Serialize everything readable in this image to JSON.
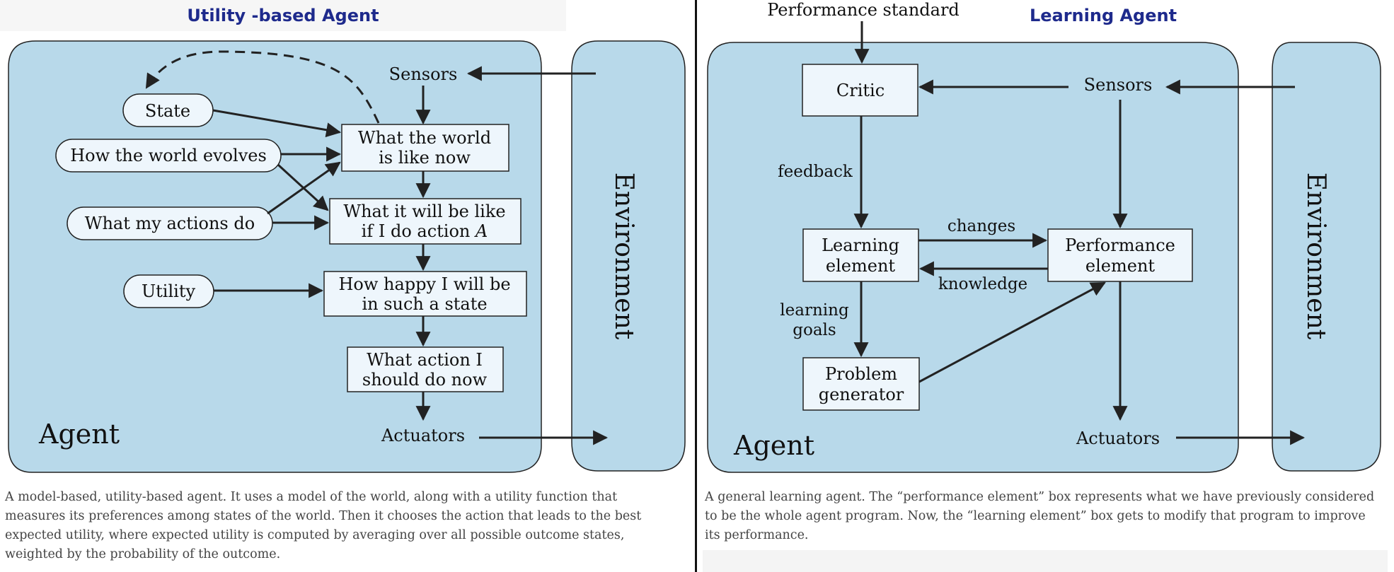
{
  "left": {
    "title": "Utility -based Agent",
    "agent_label": "Agent",
    "environment_label": "Environment",
    "sensors": "Sensors",
    "actuators": "Actuators",
    "state": "State",
    "world_evolves": "How the world evolves",
    "actions_do": "What my actions do",
    "utility": "Utility",
    "box_world_now": [
      "What the world",
      "is like now"
    ],
    "box_will_be": [
      "What it will be like",
      "if I do action "
    ],
    "box_will_be_var": "A",
    "box_happy": [
      "How happy I will be",
      "in such a state"
    ],
    "box_action": [
      "What action I",
      "should do now"
    ],
    "caption": "A model-based, utility-based agent. It uses a model of the world, along with a utility function that measures its preferences among states of the world. Then it chooses the action that leads to the best expected utility, where expected utility is computed by averaging over all possible outcome states, weighted by the probability of the outcome."
  },
  "right": {
    "title": "Learning Agent",
    "performance_standard": "Performance standard",
    "agent_label": "Agent",
    "environment_label": "Environment",
    "sensors": "Sensors",
    "actuators": "Actuators",
    "critic": "Critic",
    "feedback": "feedback",
    "learning_element": [
      "Learning",
      "element"
    ],
    "performance_element": [
      "Performance",
      "element"
    ],
    "changes": "changes",
    "knowledge": "knowledge",
    "learning_goals": [
      "learning",
      "goals"
    ],
    "problem_generator": [
      "Problem",
      "generator"
    ],
    "caption": "A general learning agent. The “performance element” box represents what we have previously considered to be the whole agent program. Now, the “learning element” box gets to modify that program to improve its performance."
  },
  "colors": {
    "panel_fill": "#b8d9ea",
    "box_fill": "#eef6fc",
    "stroke": "#222222",
    "title": "#1e2a8c"
  }
}
